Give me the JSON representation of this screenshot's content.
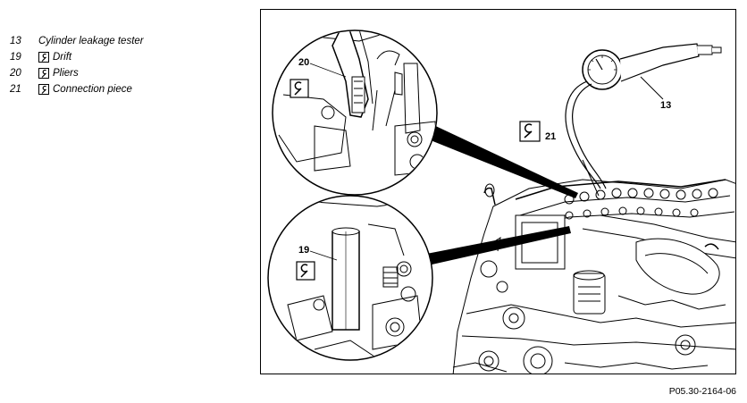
{
  "legend": [
    {
      "num": "13",
      "label": "Cylinder leakage tester",
      "special_tool": false
    },
    {
      "num": "19",
      "label": "Drift",
      "special_tool": true
    },
    {
      "num": "20",
      "label": "Pliers",
      "special_tool": true
    },
    {
      "num": "21",
      "label": "Connection piece",
      "special_tool": true
    }
  ],
  "figure": {
    "callouts": {
      "c13": "13",
      "c19": "19",
      "c20": "20",
      "c21": "21"
    },
    "figure_id": "P05.30-2164-06"
  },
  "icons": {
    "special_tool_symbol": "special-tool-icon"
  }
}
